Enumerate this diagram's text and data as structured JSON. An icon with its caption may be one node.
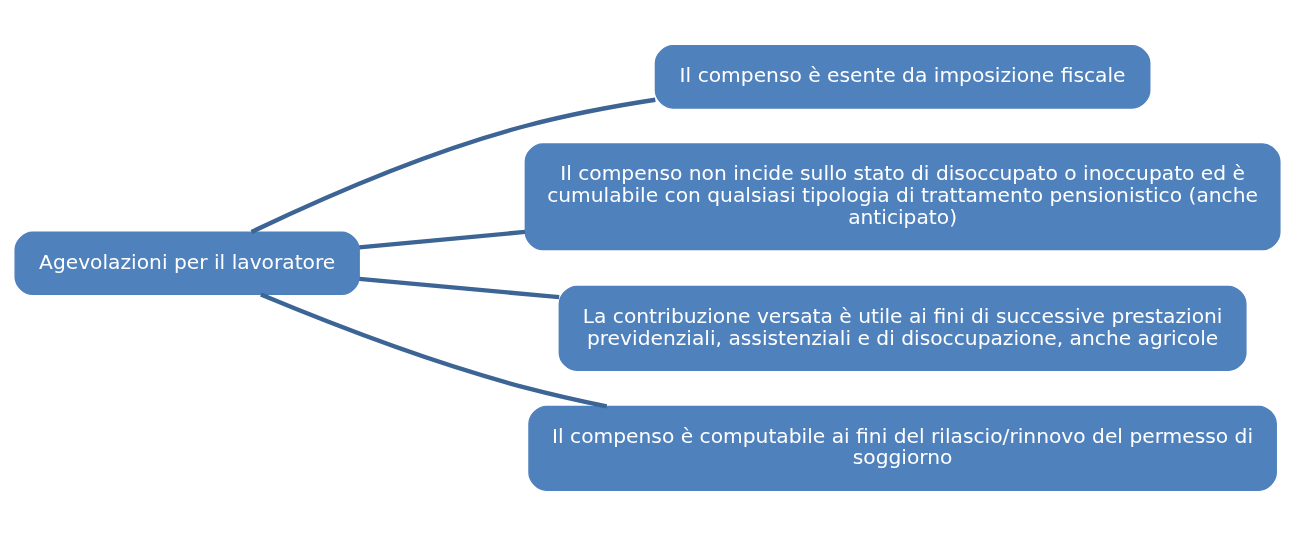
{
  "diagram": {
    "nodes": [
      {
        "text": [
          "Agevolazioni per il lavoratore"
        ]
      },
      {
        "text": [
          "Il compenso è esente da imposizione fiscale"
        ]
      },
      {
        "text": [
          "Il compenso non incide sullo stato di disoccupato o inoccupato ed è cumulabile con qualsiasi tipologia di trattamento pensionistico (anche anticipato)"
        ]
      },
      {
        "text": [
          "La contribuzione versata è utile ai fini di successive prestazioni previdenziali, assistenziali e di disoccupazione, anche agricole"
        ]
      },
      {
        "text": [
          "Il compenso è computabile ai fini del rilascio/rinnovo del permesso di soggiorno"
        ]
      }
    ],
    "edges": [
      {
        "from": 0,
        "to": 1,
        "arrow": "none"
      },
      {
        "from": 0,
        "to": 2,
        "arrow": "none"
      },
      {
        "from": 0,
        "to": 3,
        "arrow": "none"
      },
      {
        "from": 0,
        "to": 4,
        "arrow": "none"
      }
    ]
  }
}
